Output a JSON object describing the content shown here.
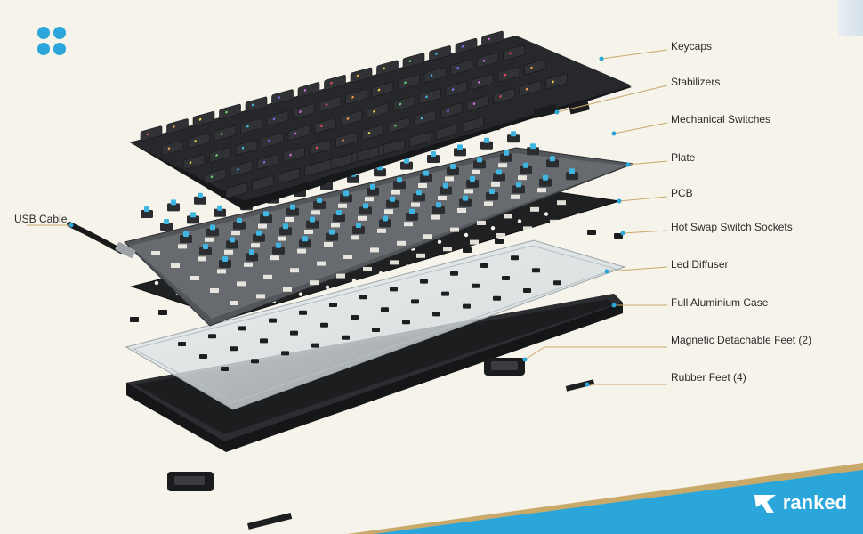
{
  "colors": {
    "background": "#f6f3ea",
    "accent_blue": "#2aa6db",
    "gold_stripe": "#c9a96a",
    "keycap": "#202224",
    "metal_dark": "#2b2d30",
    "switch_blue": "#3fb6e2"
  },
  "logo": {
    "icon": "four-dots-icon"
  },
  "labels": {
    "usb_cable": "USB Cable",
    "keycaps": "Keycaps",
    "stabilizers": "Stabilizers",
    "mechanical_switches": "Mechanical Switches",
    "plate": "Plate",
    "pcb": "PCB",
    "hot_swap": "Hot Swap Switch Sockets",
    "led_diffuser": "Led Diffuser",
    "aluminium_case": "Full Aluminium Case",
    "magnetic_feet": "Magnetic Detachable Feet (2)",
    "rubber_feet": "Rubber Feet (4)"
  },
  "brand": {
    "name": "ranked",
    "icon": "ranked-logo-icon"
  }
}
